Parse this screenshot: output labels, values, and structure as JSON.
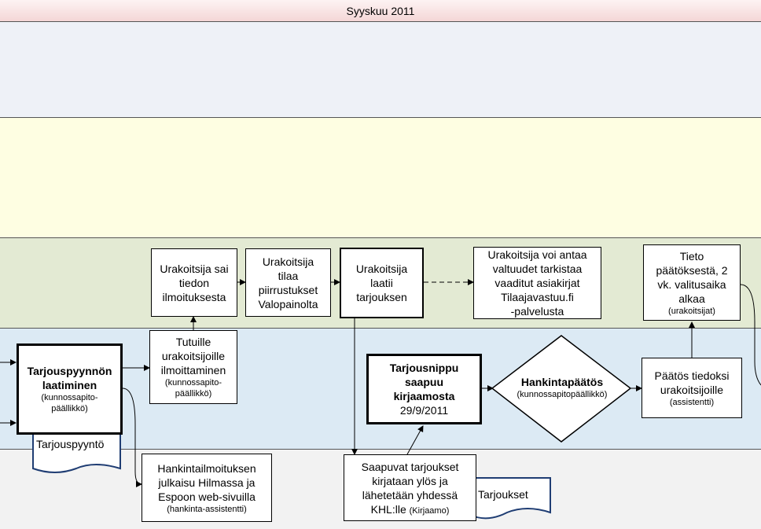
{
  "header": {
    "title": "Syyskuu 2011"
  },
  "lanes": {
    "lane1": {
      "color": "#eef1f7"
    },
    "lane2": {
      "color": "#fefee2"
    },
    "lane3": {
      "color": "#e3ead3"
    },
    "lane4": {
      "color": "#dceaf4"
    },
    "lane5": {
      "color": "#f2f2f2"
    }
  },
  "boxes": {
    "sai_tiedon": {
      "lines": [
        "Urakoitsija sai",
        "tiedon",
        "ilmoituksesta"
      ]
    },
    "tilaa": {
      "lines": [
        "Urakoitsija",
        "tilaa",
        "piirrustukset",
        "Valopainolta"
      ]
    },
    "laatii": {
      "lines": [
        "Urakoitsija",
        "laatii",
        "tarjouksen"
      ]
    },
    "valtuudet": {
      "lines": [
        "Urakoitsija voi antaa",
        "valtuudet tarkistaa",
        "vaaditut asiakirjat",
        "Tilaajavastuu.fi",
        "-palvelusta"
      ]
    },
    "tieto": {
      "lines": [
        "Tieto",
        "päätöksestä, 2",
        "vk. valitusaika",
        "alkaa"
      ],
      "sub": "(urakoitsijat)"
    },
    "tutuille": {
      "lines": [
        "Tutuille",
        "urakoitsijoille",
        "ilmoittaminen"
      ],
      "sub1": "(kunnossapito-",
      "sub2": "päällikkö)"
    },
    "laatiminen": {
      "line1": "Tarjouspyynnön",
      "line2": "laatiminen",
      "sub1": "(kunnossapito-",
      "sub2": "päällikkö)"
    },
    "nippu": {
      "line1": "Tarjousnippu",
      "line2": "saapuu",
      "line3": "kirjaamosta",
      "date": "29/9/2011"
    },
    "paatos_tiedoksi": {
      "lines": [
        "Päätös tiedoksi",
        "urakoitsijoille"
      ],
      "sub": "(assistentti)"
    },
    "hankintailmoitus": {
      "lines": [
        "Hankintailmoituksen",
        "julkaisu Hilmassa ja",
        "Espoon web-sivuilla"
      ],
      "sub": "(hankinta-assistentti)"
    },
    "saapuvat": {
      "lines": [
        "Saapuvat tarjoukset",
        "kirjataan ylös ja",
        "lähetetään yhdessä"
      ],
      "last": "KHL:lle",
      "last_sub": "(Kirjaamo)"
    }
  },
  "decision": {
    "title": "Hankintapäätös",
    "sub": "(kunnossapitopäällikkö)"
  },
  "documents": {
    "tarjouspyynto": "Tarjouspyyntö",
    "tarjoukset": "Tarjoukset"
  }
}
